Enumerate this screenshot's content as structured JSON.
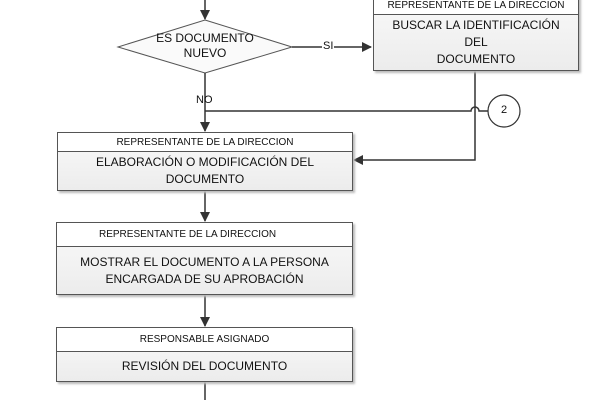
{
  "decision": {
    "label_line1": "ES DOCUMENTO",
    "label_line2": "NUEVO",
    "yes": "SI",
    "no": "NO"
  },
  "connector": {
    "label": "2"
  },
  "boxes": [
    {
      "role": "REPRESENTANTE DE LA DIRECCION",
      "line1": "BUSCAR LA IDENTIFICACIÓN DEL",
      "line2": "DOCUMENTO"
    },
    {
      "role": "REPRESENTANTE DE LA DIRECCION",
      "line1": "ELABORACIÓN O MODIFICACIÓN DEL",
      "line2": "DOCUMENTO"
    },
    {
      "role": "REPRESENTANTE DE LA DIRECCION",
      "line1": "MOSTRAR EL DOCUMENTO A LA PERSONA",
      "line2": "ENCARGADA DE SU APROBACIÓN"
    },
    {
      "role": "RESPONSABLE ASIGNADO",
      "line1": "REVISIÓN DEL DOCUMENTO",
      "line2": ""
    }
  ]
}
